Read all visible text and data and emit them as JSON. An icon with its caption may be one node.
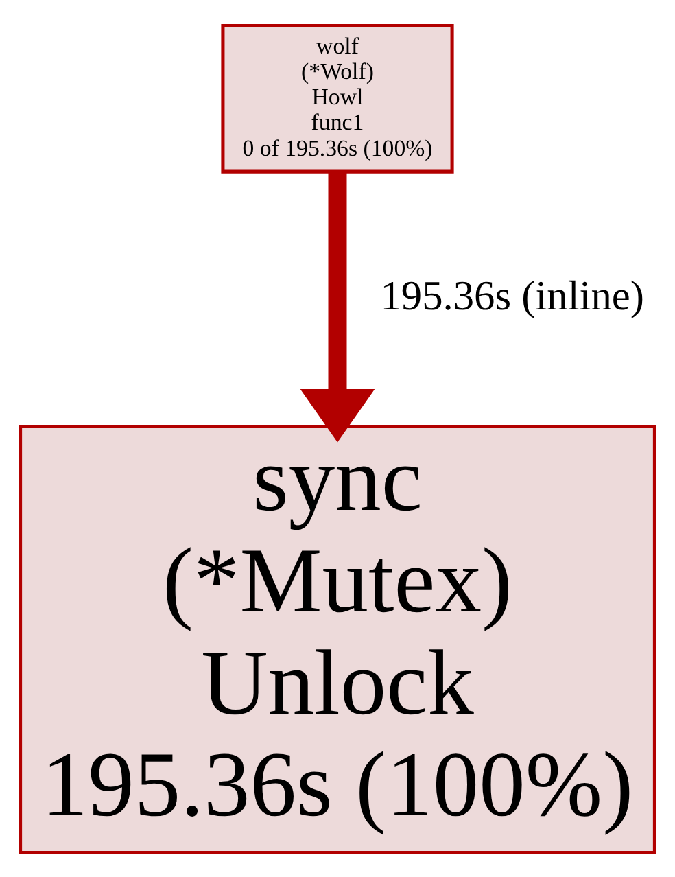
{
  "diagram": {
    "nodes": [
      {
        "text": [
          "wolf",
          "(*Wolf)",
          "Howl",
          "func1",
          "0 of 195.36s (100%)"
        ]
      },
      {
        "text": [
          "sync",
          "(*Mutex)",
          "Unlock",
          "195.36s (100%)"
        ]
      }
    ],
    "edges": [
      {
        "from": 0,
        "to": 1,
        "arrow": "to",
        "label": "195.36s (inline)"
      }
    ]
  }
}
